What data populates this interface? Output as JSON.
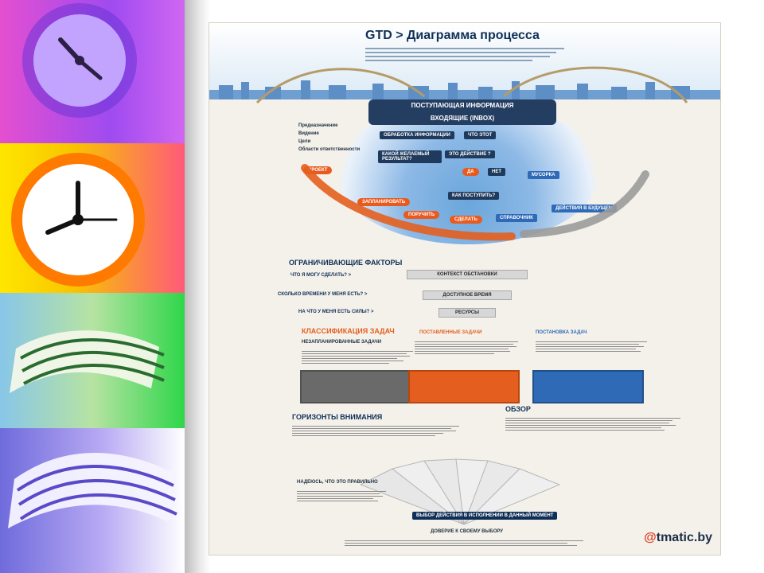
{
  "poster": {
    "title": "GTD > Диаграмма процесса",
    "brand": {
      "at": "@",
      "rest": "tmatic.by"
    }
  },
  "process": {
    "inbox_title": "ПОСТУПАЮЩАЯ ИНФОРМАЦИЯ",
    "inbox_sub": "ВХОДЯЩИЕ (INBOX)",
    "processing": "ОБРАБОТКА ИНФОРМАЦИИ",
    "what_is_it": "ЧТО ЭТОТ",
    "is_it_actionable": "ЭТО ДЕЙСТВИЕ ?",
    "yes": "ДА",
    "no": "НЕТ",
    "desired_result": "КАКОЙ ЖЕЛАЕМЫЙ РЕЗУЛЬТАТ?",
    "what_to_do": "КАК ПОСТУПИТЬ?",
    "project": "ПРОЕКТ",
    "plan": "ЗАПЛАНИРОВАТЬ",
    "delegate": "ПОРУЧИТЬ",
    "do_it": "СДЕЛАТЬ",
    "trash": "МУСОРКА",
    "reference": "СПРАВОЧНИК",
    "someday": "ДЕЙСТВИЯ В БУДУЩЕМ"
  },
  "left_labels": [
    "Предназначение",
    "Видение",
    "Цели",
    "Области ответственности"
  ],
  "constraints": {
    "title": "ОГРАНИЧИВАЮЩИЕ ФАКТОРЫ",
    "context_bar": "КОНТЕКСТ ОБСТАНОВКИ",
    "time_bar": "ДОСТУПНОЕ ВРЕМЯ",
    "resources_bar": "РЕСУРСЫ",
    "q_what": "ЧТО Я МОГУ СДЕЛАТЬ? >",
    "q_time": "СКОЛЬКО ВРЕМЕНИ У МЕНЯ ЕСТЬ? >",
    "q_energy": "НА ЧТО У МЕНЯ ЕСТЬ СИЛЫ? >"
  },
  "classification": {
    "title": "КЛАССИФИКАЦИЯ ЗАДАЧ",
    "col1": "НЕЗАПЛАНИРОВАННЫЕ ЗАДАЧИ",
    "col2": "ПОСТАВЛЕННЫЕ ЗАДАЧИ",
    "col3": "ПОСТАНОВКА ЗАДАЧ"
  },
  "horizons": {
    "title": "ГОРИЗОНТЫ ВНИМАНИЯ"
  },
  "review": {
    "title": "ОБЗОР"
  },
  "bottom": {
    "hope": "НАДЕЮСЬ, ЧТО ЭТО ПРАВИЛЬНО",
    "select": "ВЫБОР ДЕЙСТВИЯ В ИСПОЛНЕНИИ В ДАННЫЙ МОМЕНТ",
    "trust": "ДОВЕРИЕ К СВОЕМУ ВЫБОРУ"
  },
  "colors": {
    "navy": "#0f2f56",
    "orange": "#e45f1f",
    "blue": "#2f6ab7",
    "gray": "#6a6a6a"
  }
}
